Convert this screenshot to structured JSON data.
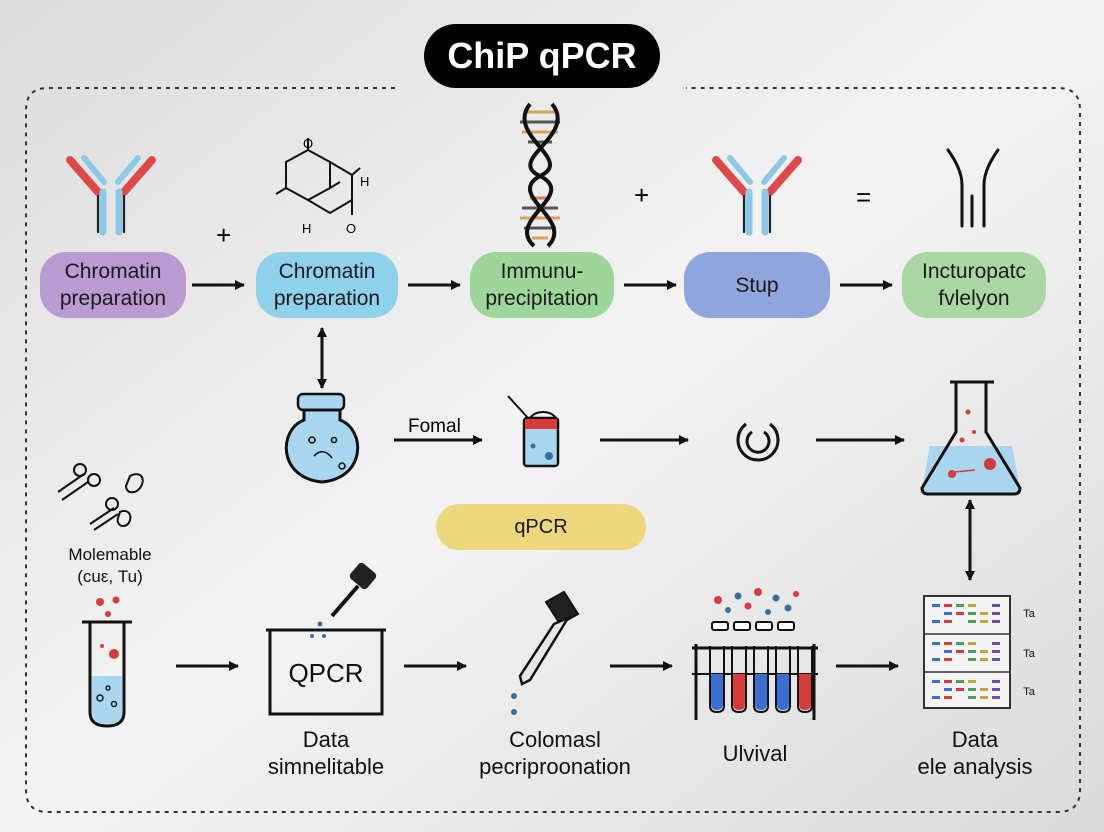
{
  "title": "ChiP qPCR",
  "colors": {
    "background": "#e9e9e9",
    "purple_step": "#b99ad1",
    "blue_step": "#8fd0ea",
    "green_step": "#9dd59a",
    "indigo_step": "#8fa6dc",
    "green_step_light": "#a9d6a2",
    "yellow_step": "#ecd77c",
    "antibody_red": "#e04848",
    "antibody_blue": "#8ec8e8",
    "liquid_blue": "#a7d6ee",
    "sample_red": "#d83b3b"
  },
  "top_row": {
    "step1": {
      "line1": "Chromatin",
      "line2": "preparation"
    },
    "step2": {
      "line1": "Chromatin",
      "line2": "preparation"
    },
    "step3": {
      "line1": "Immunu-",
      "line2": "precipitation"
    },
    "step4": {
      "line1": "Stup"
    },
    "step5": {
      "line1": "Incturopatc",
      "line2": "fvlelyon"
    },
    "plus_left": "+",
    "plus_right": "+",
    "equals": "="
  },
  "molecule_labels": {
    "o_top": "O",
    "h_right": "H",
    "h_left": "H",
    "o_bottom": "O"
  },
  "middle_row": {
    "arrow_label": "Fomal",
    "qpcr_band": "qPCR"
  },
  "left_side": {
    "line1": "Molemable",
    "line2": "(cuε, Tu)"
  },
  "bottom_row": {
    "box_text": "QPCR",
    "label1": {
      "line1": "Data",
      "line2": "simnelitable"
    },
    "label2": {
      "line1": "Colomasl",
      "line2": "pecriproonation"
    },
    "label3": {
      "line1": "Ulvival"
    },
    "label4": {
      "line1": "Data",
      "line2": "ele analysis"
    },
    "gel_lane_labels": [
      "Ta",
      "Ta",
      "Ta"
    ]
  },
  "icons": [
    "antibody-icon",
    "chemical-structure-icon",
    "dna-helix-icon",
    "antibody-icon",
    "tuning-fork-icon",
    "round-flask-icon",
    "sample-tube-icon",
    "ring-icon",
    "erlenmeyer-flask-icon",
    "molecule-cluster-icon",
    "test-tube-icon",
    "dropper-icon",
    "tube-rack-icon",
    "gel-icon"
  ]
}
